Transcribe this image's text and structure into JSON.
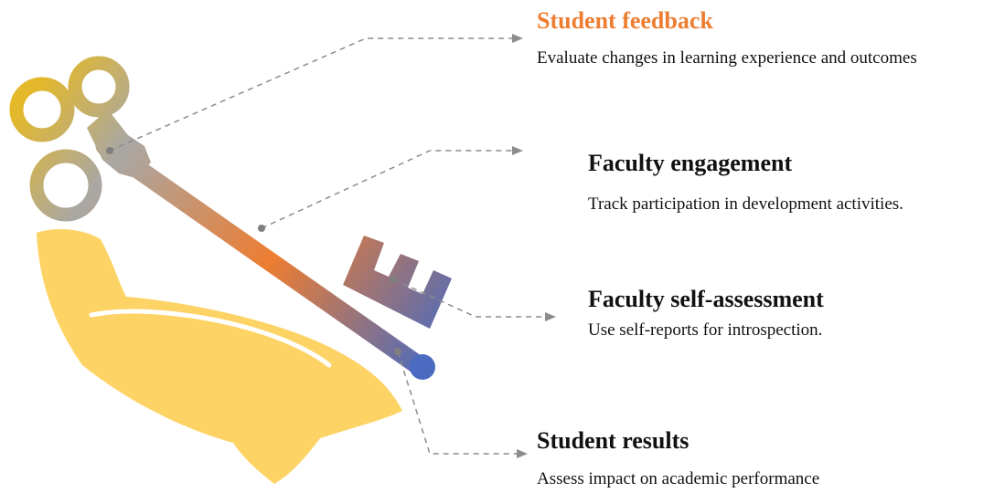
{
  "colors": {
    "accent_title": "#ED7D31",
    "text": "#111111",
    "hand": "#FDD365",
    "key_gold": "#E3B82B",
    "key_gray": "#A6A6A6",
    "key_orange": "#ED7D31",
    "key_blue": "#4A6BBF",
    "connector": "#8C8C8C"
  },
  "icons": [
    "hand-icon",
    "key-icon"
  ],
  "items": [
    {
      "title": "Student feedback",
      "description": "Evaluate changes in learning experience and outcomes"
    },
    {
      "title": "Faculty engagement",
      "description": "Track participation in development activities."
    },
    {
      "title": "Faculty self-assessment",
      "description": "Use self-reports for introspection."
    },
    {
      "title": "Student results",
      "description": "Assess impact on academic performance"
    }
  ]
}
